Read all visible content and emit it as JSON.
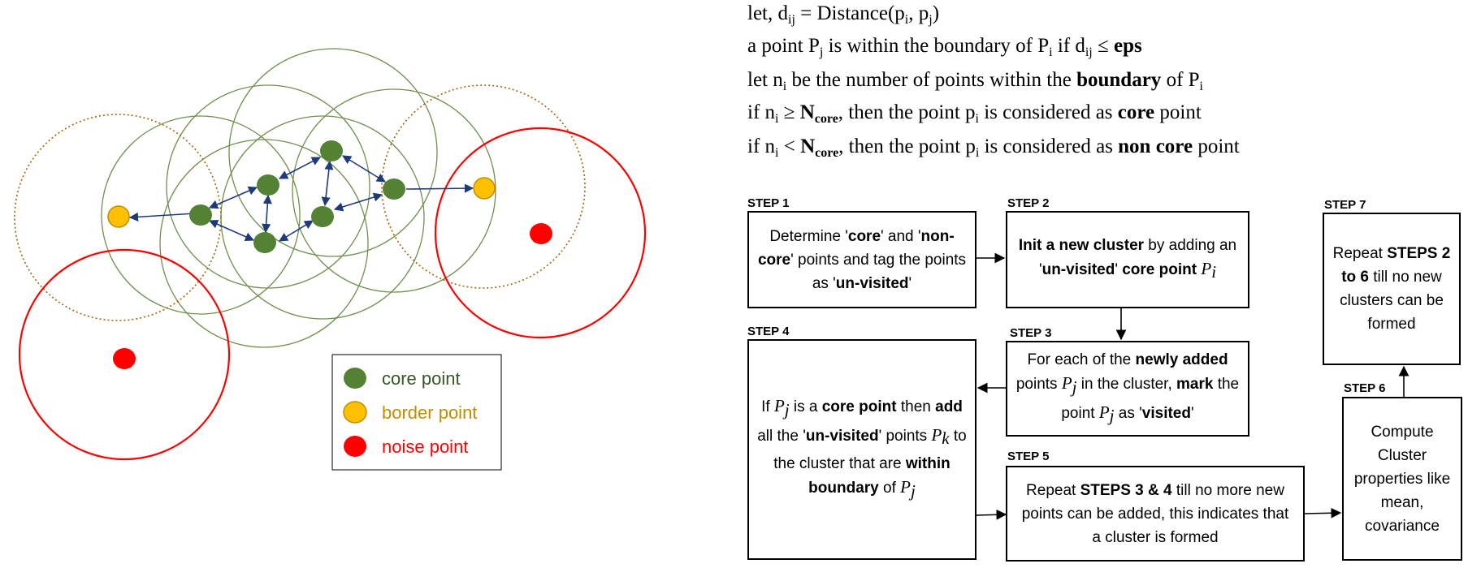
{
  "equations": {
    "line1": {
      "a": "let, d",
      "sub1": "ij",
      "b": " = Distance(p",
      "sub2": "i",
      "c": ", p",
      "sub3": "j",
      "d": ")"
    },
    "line2": {
      "a": "a point P",
      "sub1": "j",
      "b": " is within the boundary of P",
      "sub2": "i",
      "c": " if d",
      "sub3": "ij",
      "d": " ≤ ",
      "bold": "eps"
    },
    "line3": {
      "a": "let n",
      "sub1": "i",
      "b": " be the number of points within the ",
      "bold": "boundary",
      "c": " of P",
      "sub2": "i"
    },
    "line4": {
      "a": "if n",
      "sub1": "i",
      "b": " ≥ ",
      "bold1": "N",
      "sub2": "core",
      "c": ", then the point p",
      "sub3": "i",
      "d": " is considered as ",
      "bold2": "core",
      "e": " point"
    },
    "line5": {
      "a": "if n",
      "sub1": "i",
      "b": " < ",
      "bold1": "N",
      "sub2": "core",
      "c": ", then the point p",
      "sub3": "i",
      "d": " is considered as ",
      "bold2": "non core",
      "e": " point"
    }
  },
  "legend": {
    "items": [
      {
        "label": "core point",
        "color": "#548235"
      },
      {
        "label": "border point",
        "color": "#ffc000"
      },
      {
        "label": "noise point",
        "color": "#ff0000"
      }
    ],
    "text_colors": [
      "#375623",
      "#bf8f00",
      "#ff0000"
    ]
  },
  "steps": {
    "s1": {
      "label": "STEP 1",
      "t1": "Determine '",
      "b1": "core",
      "t2": "' and '",
      "b2": "non-core",
      "t3": "' points and tag the points as '",
      "b3": "un-visited",
      "t4": "'"
    },
    "s2": {
      "label": "STEP 2",
      "b1": "Init a new cluster",
      "t1": " by adding an '",
      "b2": "un-visited",
      "t2": "' ",
      "b3": "core point",
      "v": "P",
      "sub": "i"
    },
    "s3": {
      "label": "STEP 3",
      "t1": "For each of the ",
      "b1": "newly added",
      "t2": " points ",
      "v1": "P",
      "sub1": "j",
      "t3": " in the cluster, ",
      "b2": "mark",
      "t4": " the point ",
      "v2": "P",
      "sub2": "j",
      "t5": " as '",
      "b3": "visited",
      "t6": "'"
    },
    "s4": {
      "label": "STEP 4",
      "t1": "If ",
      "v1": "P",
      "sub1": "j",
      "t2": " is a ",
      "b1": "core point",
      "t3": " then ",
      "b2": "add",
      "t4": " all the '",
      "b3": "un-visited",
      "t5": "' points ",
      "v2": "P",
      "sub2": "k",
      "t6": " to the cluster that are ",
      "b4": "within boundary",
      "t7": " of ",
      "v3": "P",
      "sub3": "j"
    },
    "s5": {
      "label": "STEP 5",
      "t1": "Repeat ",
      "b1": "STEPS 3 & 4",
      "t2": " till no more new points can be added, this indicates that a cluster is formed"
    },
    "s6": {
      "label": "STEP 6",
      "t1": "Compute Cluster properties like mean, covariance"
    },
    "s7": {
      "label": "STEP 7",
      "t1": "Repeat ",
      "b1": "STEPS 2 to 6",
      "t2": " till no new clusters can be formed"
    }
  },
  "colors": {
    "core": "#548235",
    "core_circle": "#6f8f4b",
    "border": "#ffc000",
    "border_circle": "#9c6500",
    "noise": "#ff0000",
    "arrow": "#1f3a7a"
  }
}
